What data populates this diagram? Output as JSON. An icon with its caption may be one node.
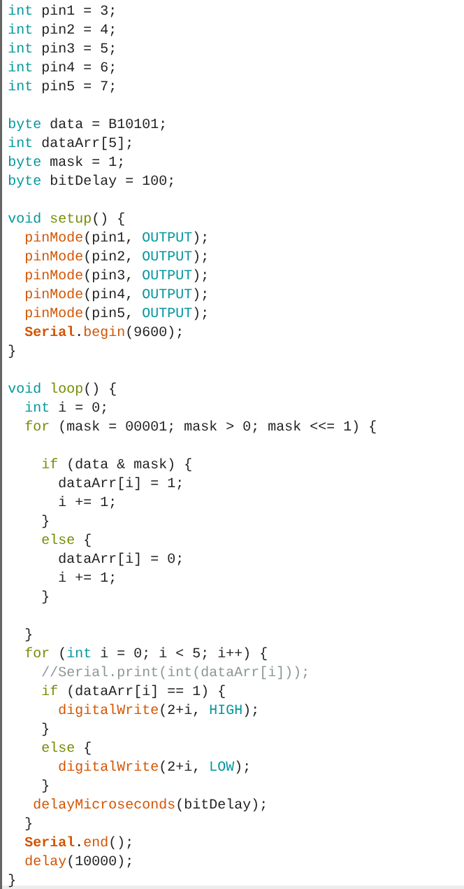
{
  "diagram": {
    "labels": [
      "int",
      "pin1 = 3;",
      "int",
      "pin2 = 4;",
      "int",
      "pin3 = 5;",
      "int",
      "pin4 = 6;",
      "int",
      "pin5 = 7;",
      "byte",
      "data = B10101;",
      "int",
      "dataArr[5];",
      "byte",
      "mask = 1;",
      "byte",
      "bitDelay = 100;",
      "void",
      "setup",
      "() {",
      "pinMode",
      "(pin1,",
      "OUTPUT",
      ");",
      "pinMode",
      "(pin2,",
      "OUTPUT",
      ");",
      "pinMode",
      "(pin3,",
      "OUTPUT",
      ");",
      "pinMode",
      "(pin4,",
      "OUTPUT",
      ");",
      "pinMode",
      "(pin5,",
      "OUTPUT",
      ");",
      "Serial",
      ".",
      "begin",
      "(9600);",
      "}",
      "void",
      "loop",
      "() {",
      "int",
      "i = 0;",
      "for",
      "(mask = 00001; mask > 0; mask <<= 1) {",
      "if",
      "(data & mask) {",
      "dataArr[i] = 1;",
      "i += 1;",
      "}",
      "else",
      "{",
      "dataArr[i] = 0;",
      "i += 1;",
      "}",
      "}",
      "for",
      "(",
      "int",
      "i = 0; i < 5; i++) {",
      "//Serial.print(int(dataArr[i]));",
      "if",
      "(dataArr[i] == 1) {",
      "digitalWrite",
      "(2+i,",
      "HIGH",
      ");",
      "}",
      "else",
      "{",
      "digitalWrite",
      "(2+i,",
      "LOW",
      ");",
      "}",
      "delayMicroseconds",
      "(bitDelay);",
      "}",
      "Serial",
      ".",
      "end",
      "();",
      "delay",
      "(10000);",
      "}"
    ]
  }
}
